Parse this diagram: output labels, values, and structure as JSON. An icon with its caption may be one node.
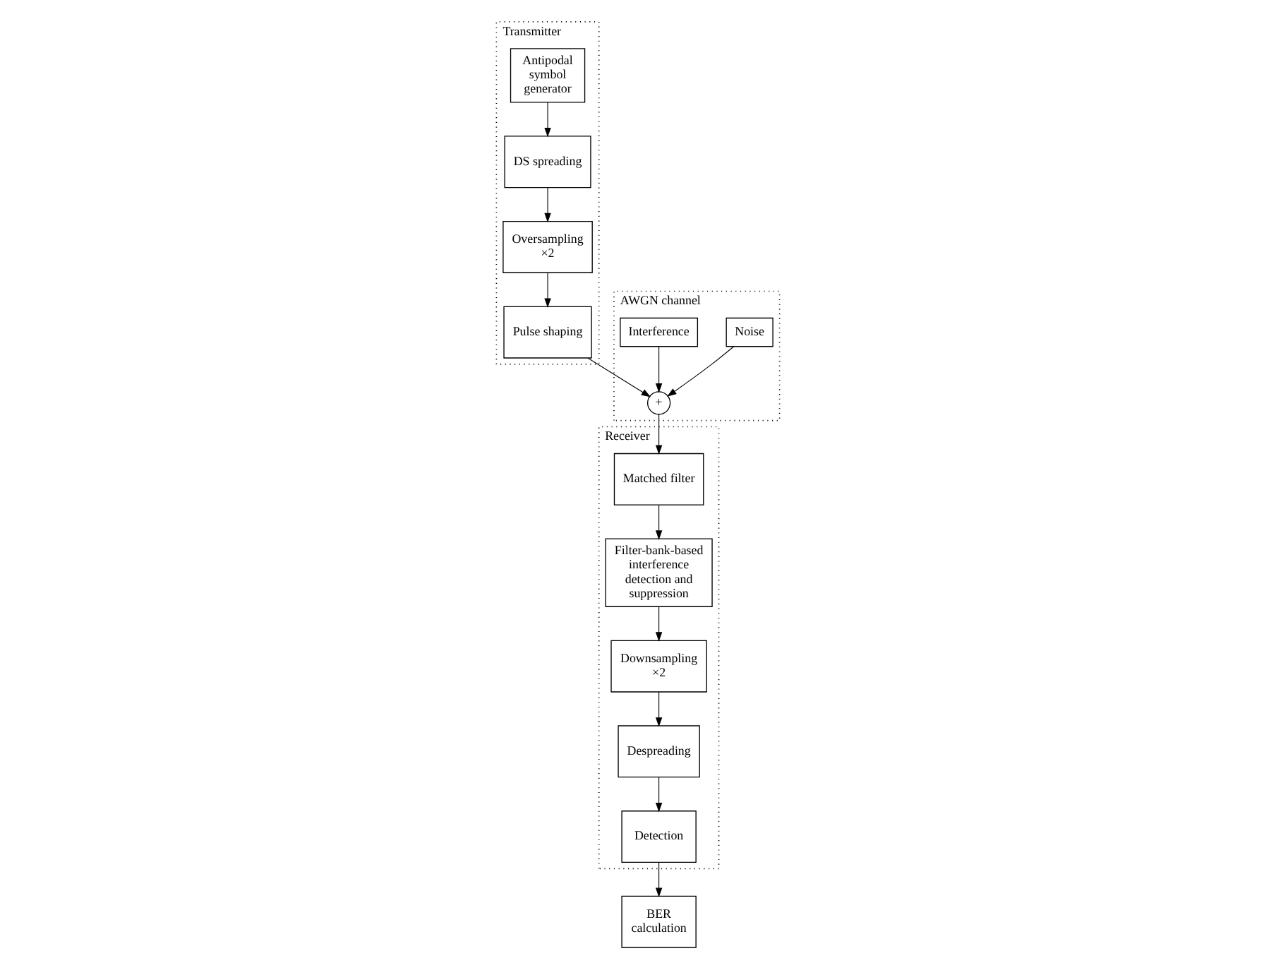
{
  "diagram": {
    "nodes": [
      {
        "text": [
          "Transmitter"
        ]
      },
      {
        "text": [
          "Antipodal symbol generator"
        ],
        "in": 0
      },
      {
        "text": [
          "DS spreading"
        ],
        "in": 0
      },
      {
        "text": [
          "Oversampling ×2"
        ],
        "in": 0
      },
      {
        "text": [
          "Pulse shaping"
        ],
        "in": 0
      },
      {
        "text": [
          "AWGN channel"
        ]
      },
      {
        "text": [
          "Noise"
        ],
        "in": 5
      },
      {
        "text": [
          "Interference"
        ],
        "in": 5
      },
      {
        "text": [
          "+"
        ],
        "in": 5
      },
      {
        "text": [
          "Receiver"
        ]
      },
      {
        "text": [
          "Matched filter"
        ],
        "in": 9
      },
      {
        "text": [
          "Filter-bank-based interference detection and suppression"
        ],
        "in": 9
      },
      {
        "text": [
          "Downsampling ×2"
        ],
        "in": 9
      },
      {
        "text": [
          "Despreading"
        ],
        "in": 9
      },
      {
        "text": [
          "Detection"
        ],
        "in": 9
      },
      {
        "text": [
          "BER calculation"
        ]
      }
    ],
    "edges": [
      {
        "from": 1,
        "to": 2,
        "arrow": "to"
      },
      {
        "from": 2,
        "to": 3,
        "arrow": "to"
      },
      {
        "from": 3,
        "to": 4,
        "arrow": "to"
      },
      {
        "from": 4,
        "to": 8,
        "arrow": "to"
      },
      {
        "from": 6,
        "to": 8,
        "arrow": "to"
      },
      {
        "from": 7,
        "to": 8,
        "arrow": "to"
      },
      {
        "from": 8,
        "to": 10,
        "arrow": "to"
      },
      {
        "from": 10,
        "to": 11,
        "arrow": "to"
      },
      {
        "from": 11,
        "to": 12,
        "arrow": "to"
      },
      {
        "from": 12,
        "to": 13,
        "arrow": "to"
      },
      {
        "from": 13,
        "to": 14,
        "arrow": "to"
      },
      {
        "from": 14,
        "to": 15,
        "arrow": "to"
      }
    ]
  }
}
